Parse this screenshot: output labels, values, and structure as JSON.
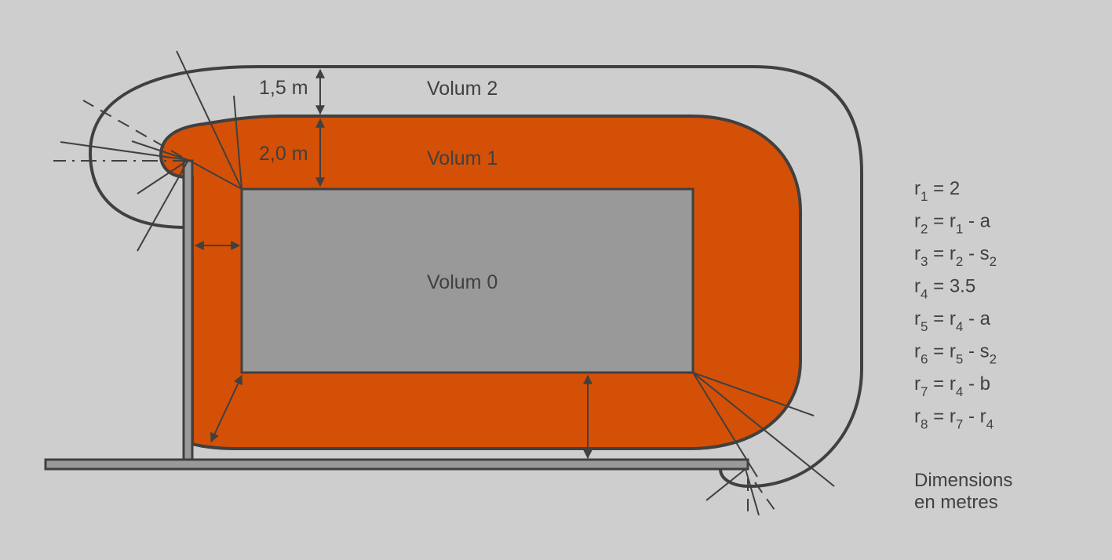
{
  "labels": {
    "dim_15": "1,5 m",
    "dim_20": "2,0 m",
    "volum2": "Volum 2",
    "volum1": "Volum 1",
    "volum0": "Volum 0"
  },
  "legend": {
    "formulas": [
      [
        {
          "t": "r",
          "s": "1"
        },
        {
          "t": " = 2"
        }
      ],
      [
        {
          "t": "r",
          "s": "2"
        },
        {
          "t": " = r"
        },
        {
          "t": "",
          "s": "1"
        },
        {
          "t": " - a"
        }
      ],
      [
        {
          "t": "r",
          "s": "3"
        },
        {
          "t": " = r"
        },
        {
          "t": "",
          "s": "2"
        },
        {
          "t": " - s"
        },
        {
          "t": "",
          "s": "2"
        }
      ],
      [
        {
          "t": "r",
          "s": "4"
        },
        {
          "t": " = 3.5"
        }
      ],
      [
        {
          "t": "r",
          "s": "5"
        },
        {
          "t": " = r"
        },
        {
          "t": "",
          "s": "4"
        },
        {
          "t": " - a"
        }
      ],
      [
        {
          "t": "r",
          "s": "6"
        },
        {
          "t": " = r"
        },
        {
          "t": "",
          "s": "5"
        },
        {
          "t": " - s"
        },
        {
          "t": "",
          "s": "2"
        }
      ],
      [
        {
          "t": "r",
          "s": "7"
        },
        {
          "t": " = r"
        },
        {
          "t": "",
          "s": "4"
        },
        {
          "t": " - b"
        }
      ],
      [
        {
          "t": "r",
          "s": "8"
        },
        {
          "t": " = r"
        },
        {
          "t": "",
          "s": "7"
        },
        {
          "t": " - r"
        },
        {
          "t": "",
          "s": "4"
        }
      ]
    ],
    "note_line1": "Dimensions",
    "note_line2": "en metres"
  },
  "colors": {
    "background": "#cecece",
    "volum1": "#d45006",
    "volum0": "#999999",
    "structure": "#9a9a9a",
    "stroke": "#404040"
  }
}
